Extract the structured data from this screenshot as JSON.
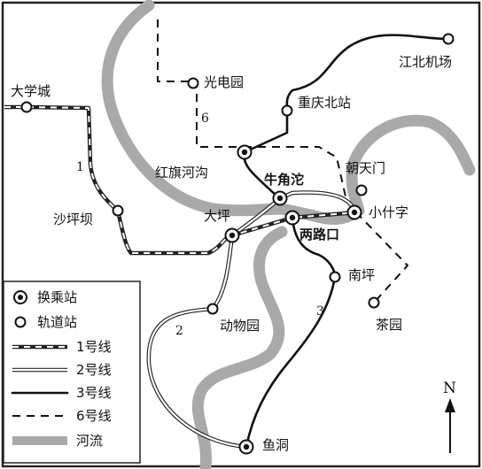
{
  "map": {
    "stations": {
      "daxuecheng": "大学城",
      "guangdianyuan": "光电园",
      "jiangbei_jichang": "江北机场",
      "chongqing_beizhan": "重庆北站",
      "hongqihegou": "红旗河沟",
      "chaotianmen": "朝天门",
      "niujiaotuo": "牛角沱",
      "shapingba": "沙坪坝",
      "daping": "大坪",
      "xiaoshizi": "小什字",
      "lianglukou": "两路口",
      "nanping": "南坪",
      "dongwuyuan": "动物园",
      "chayuan": "茶园",
      "yudong": "鱼洞"
    },
    "line_numbers": {
      "line1": "1",
      "line2": "2",
      "line3": "3",
      "line6": "6"
    },
    "legend": {
      "transfer_station": "换乘站",
      "rail_station": "轨道站",
      "line1": "1号线",
      "line2": "2号线",
      "line3": "3号线",
      "line6": "6号线",
      "river": "河流"
    },
    "north": "N",
    "colors": {
      "river": "#a9a9a9",
      "line": "#111111",
      "background": "#ffffff"
    }
  }
}
